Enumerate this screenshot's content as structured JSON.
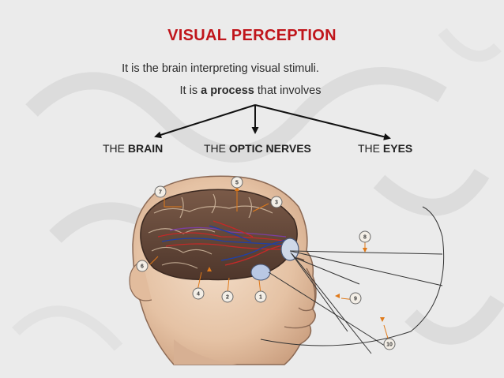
{
  "slide": {
    "title": "VISUAL PERCEPTION",
    "line1": "It is the brain interpreting visual stimuli.",
    "line2_prefix": "It is ",
    "line2_bold": "a process",
    "line2_suffix": " that involves"
  },
  "branches": [
    {
      "prefix": "THE ",
      "bold": "BRAIN"
    },
    {
      "prefix": "THE ",
      "bold": "OPTIC NERVES"
    },
    {
      "prefix": "THE ",
      "bold": "EYES"
    }
  ],
  "illustration": {
    "callouts": [
      "1",
      "2",
      "3",
      "4",
      "5",
      "6",
      "7",
      "8",
      "9",
      "10"
    ]
  },
  "colors": {
    "title": "#c0151b",
    "text": "#222222",
    "background": "#ebebeb"
  }
}
